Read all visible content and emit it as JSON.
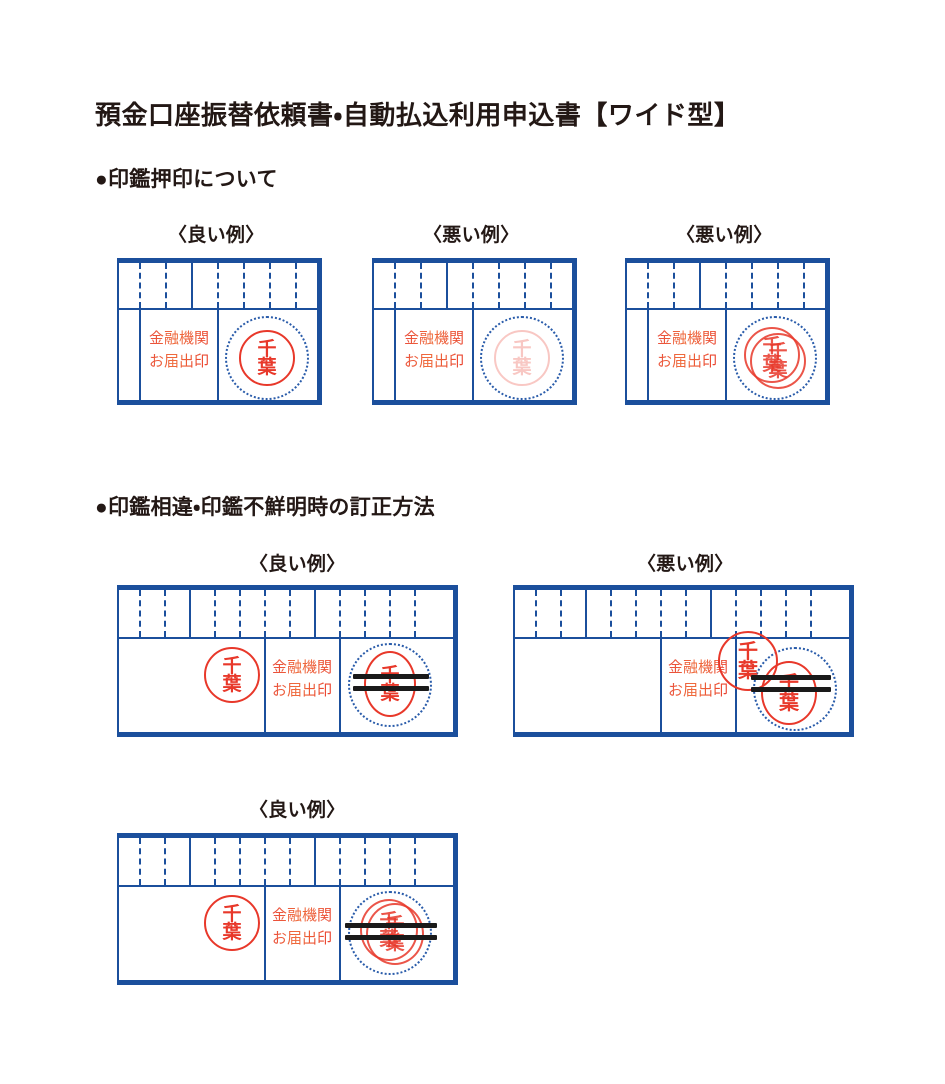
{
  "document": {
    "title": "預金口座振替依頼書・自動払込利用申込書【ワイド型】"
  },
  "sections": [
    {
      "id": "seal-stamping",
      "heading": "●印鑑押印について",
      "examples": [
        {
          "label": "〈良い例〉",
          "kind": "good",
          "stamp": "clear"
        },
        {
          "label": "〈悪い例〉",
          "kind": "bad",
          "stamp": "faint"
        },
        {
          "label": "〈悪い例〉",
          "kind": "bad",
          "stamp": "doubled"
        }
      ]
    },
    {
      "id": "correction-method",
      "heading": "●印鑑相違・印鑑不鮮明時の訂正方法",
      "examples": [
        {
          "label": "〈良い例〉",
          "kind": "good",
          "stamp": "struck-clear"
        },
        {
          "label": "〈悪い例〉",
          "kind": "bad",
          "stamp": "struck-overlapping"
        },
        {
          "label": "〈良い例〉",
          "kind": "good",
          "stamp": "struck-doubled"
        }
      ]
    }
  ],
  "labels": {
    "bank_seal_line1": "金融機関",
    "bank_seal_line2": "お届出印"
  },
  "seal": {
    "char_top": "千",
    "char_bottom": "葉"
  },
  "colors": {
    "frame_navy": "#1b4f9c",
    "seal_red": "#e8382a",
    "label_red": "#ef6b3c",
    "guide_dot": "#2a5caa",
    "strike_black": "#1a1a1a",
    "text_black": "#231815"
  }
}
